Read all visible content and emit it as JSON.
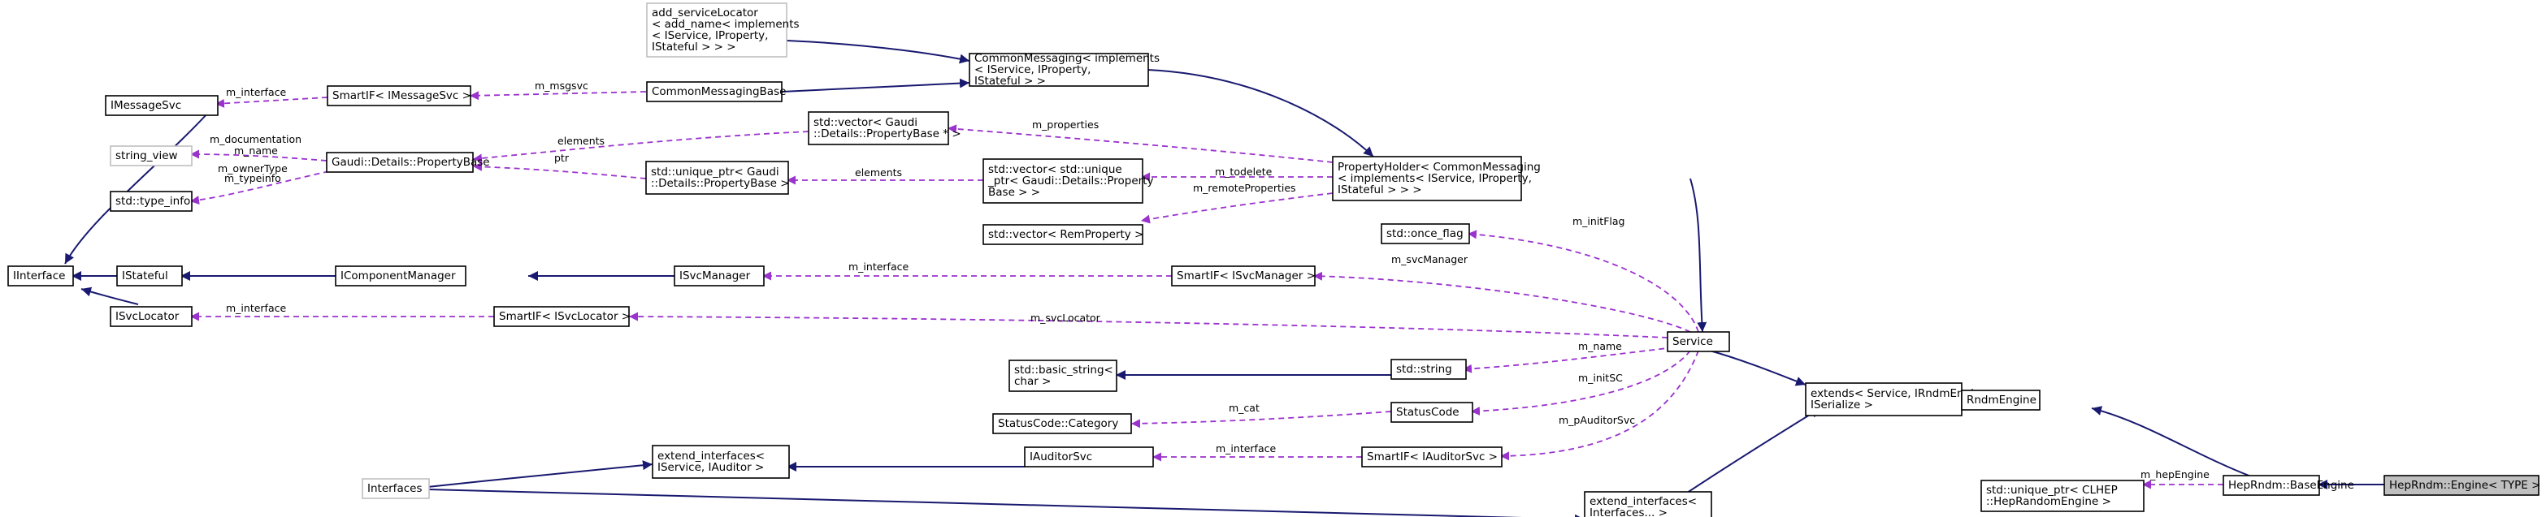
{
  "colors": {
    "inherit": "#191970",
    "usage": "#9a32cd",
    "highlight_fill": "#bfbfbf",
    "grey_border": "#bfbfbf"
  },
  "nodes": {
    "IInterface": [
      "IInterface"
    ],
    "IMessageSvc": [
      "IMessageSvc"
    ],
    "string_view": [
      "string_view"
    ],
    "type_info": [
      "std::type_info"
    ],
    "IStateful": [
      "IStateful"
    ],
    "ISvcLocator": [
      "ISvcLocator"
    ],
    "Interfaces": [
      "Interfaces"
    ],
    "SmartIF_IMessageSvc": [
      "SmartIF< IMessageSvc >"
    ],
    "PropertyBase": [
      "Gaudi::Details::PropertyBase"
    ],
    "IComponentManager": [
      "IComponentManager"
    ],
    "SmartIF_ISvcLocator": [
      "SmartIF< ISvcLocator >"
    ],
    "add_serviceLocator": [
      "add_serviceLocator",
      "< add_name< implements",
      "< IService, IProperty,",
      "IStateful > > >"
    ],
    "CommonMessagingBase": [
      "CommonMessagingBase"
    ],
    "vector_PropertyBase": [
      "std::vector< Gaudi",
      "::Details::PropertyBase * >"
    ],
    "unique_ptr_PropertyBase": [
      "std::unique_ptr< Gaudi",
      "::Details::PropertyBase >"
    ],
    "ISvcManager": [
      "ISvcManager"
    ],
    "basic_string": [
      "std::basic_string<",
      "char >"
    ],
    "StatusCode_Category": [
      "StatusCode::Category"
    ],
    "extend_IService": [
      "extend_interfaces<",
      "IService, IAuditor >"
    ],
    "CommonMessaging": [
      "CommonMessaging< implements",
      "< IService, IProperty,",
      "IStateful > >"
    ],
    "vector_unique_ptr": [
      "std::vector< std::unique",
      "_ptr< Gaudi::Details::Property",
      "Base > >"
    ],
    "vector_RemProperty": [
      "std::vector< RemProperty >"
    ],
    "IAuditorSvc": [
      "IAuditorSvc"
    ],
    "SmartIF_ISvcManager": [
      "SmartIF< ISvcManager >"
    ],
    "SmartIF_IAuditorSvc": [
      "SmartIF< IAuditorSvc >"
    ],
    "PropertyHolder": [
      "PropertyHolder< CommonMessaging",
      "< implements< IService, IProperty,",
      "IStateful > > >"
    ],
    "once_flag": [
      "std::once_flag"
    ],
    "std_string": [
      "std::string"
    ],
    "StatusCode": [
      "StatusCode"
    ],
    "extend_Interfaces": [
      "extend_interfaces<",
      "Interfaces... >"
    ],
    "Service": [
      "Service"
    ],
    "extends": [
      "extends< Service, IRndmEngine,",
      "ISerialize >"
    ],
    "RndmEngine": [
      "RndmEngine"
    ],
    "unique_ptr_CLHEP": [
      "std::unique_ptr< CLHEP",
      "::HepRandomEngine >"
    ],
    "BaseEngine": [
      "HepRndm::BaseEngine"
    ],
    "Engine": [
      "HepRndm::Engine< TYPE >"
    ]
  },
  "edge_labels": {
    "m_interface_1": "m_interface",
    "m_msgsvc": "m_msgsvc",
    "m_documentation": "m_documentation",
    "m_name_1": "m_name",
    "m_ownerType": "m_ownerType",
    "m_typeinfo": "m_typeinfo",
    "elements_1": "elements",
    "ptr": "ptr",
    "elements_2": "elements",
    "m_properties": "m_properties",
    "m_todelete": "m_todelete",
    "m_remoteProperties": "m_remoteProperties",
    "m_interface_2": "m_interface",
    "m_interface_3": "m_interface",
    "m_initFlag": "m_initFlag",
    "m_svcManager": "m_svcManager",
    "m_svcLocator": "m_svcLocator",
    "m_name_2": "m_name",
    "m_initSC": "m_initSC",
    "m_cat": "m_cat",
    "m_interface_4": "m_interface",
    "m_pAuditorSvc": "m_pAuditorSvc",
    "m_hepEngine": "m_hepEngine"
  }
}
